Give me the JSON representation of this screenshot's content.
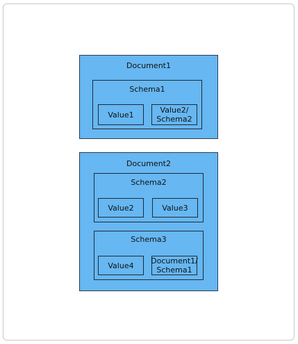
{
  "document1": {
    "title": "Document1",
    "schema1": {
      "title": "Schema1",
      "value1": "Value1",
      "value2": "Value2/\nSchema2"
    }
  },
  "document2": {
    "title": "Document2",
    "schema2": {
      "title": "Schema2",
      "value2": "Value2",
      "value3": "Value3"
    },
    "schema3": {
      "title": "Schema3",
      "value4": "Value4",
      "ref": "Document1/\nSchema1"
    }
  },
  "colors": {
    "document_fill": "#66b7f2",
    "border": "#1f2b38"
  }
}
